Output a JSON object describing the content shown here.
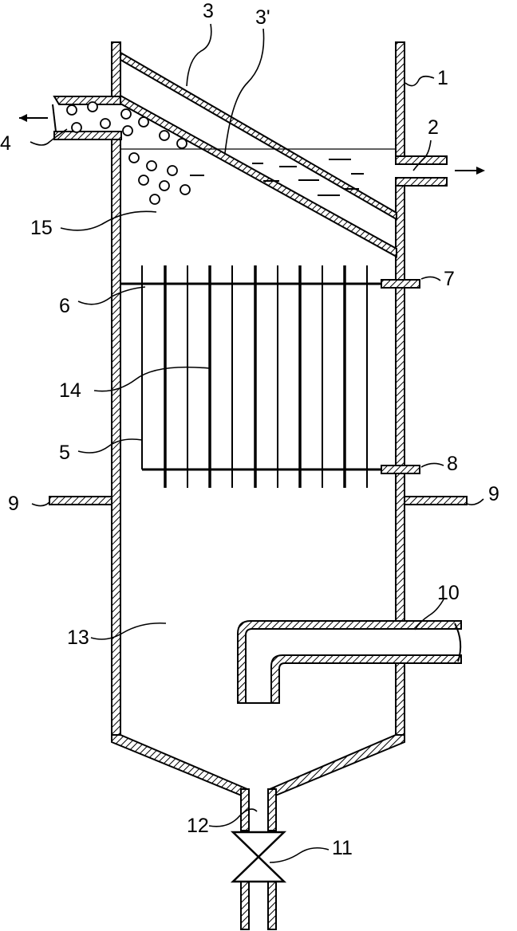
{
  "diagram": {
    "labels": {
      "l1": "1",
      "l2": "2",
      "l3": "3",
      "l3p": "3'",
      "l4": "4",
      "l5": "5",
      "l6": "6",
      "l7": "7",
      "l8": "8",
      "l9a": "9",
      "l9b": "9",
      "l10": "10",
      "l11": "11",
      "l12": "12",
      "l13": "13",
      "l14": "14",
      "l15": "15"
    }
  }
}
